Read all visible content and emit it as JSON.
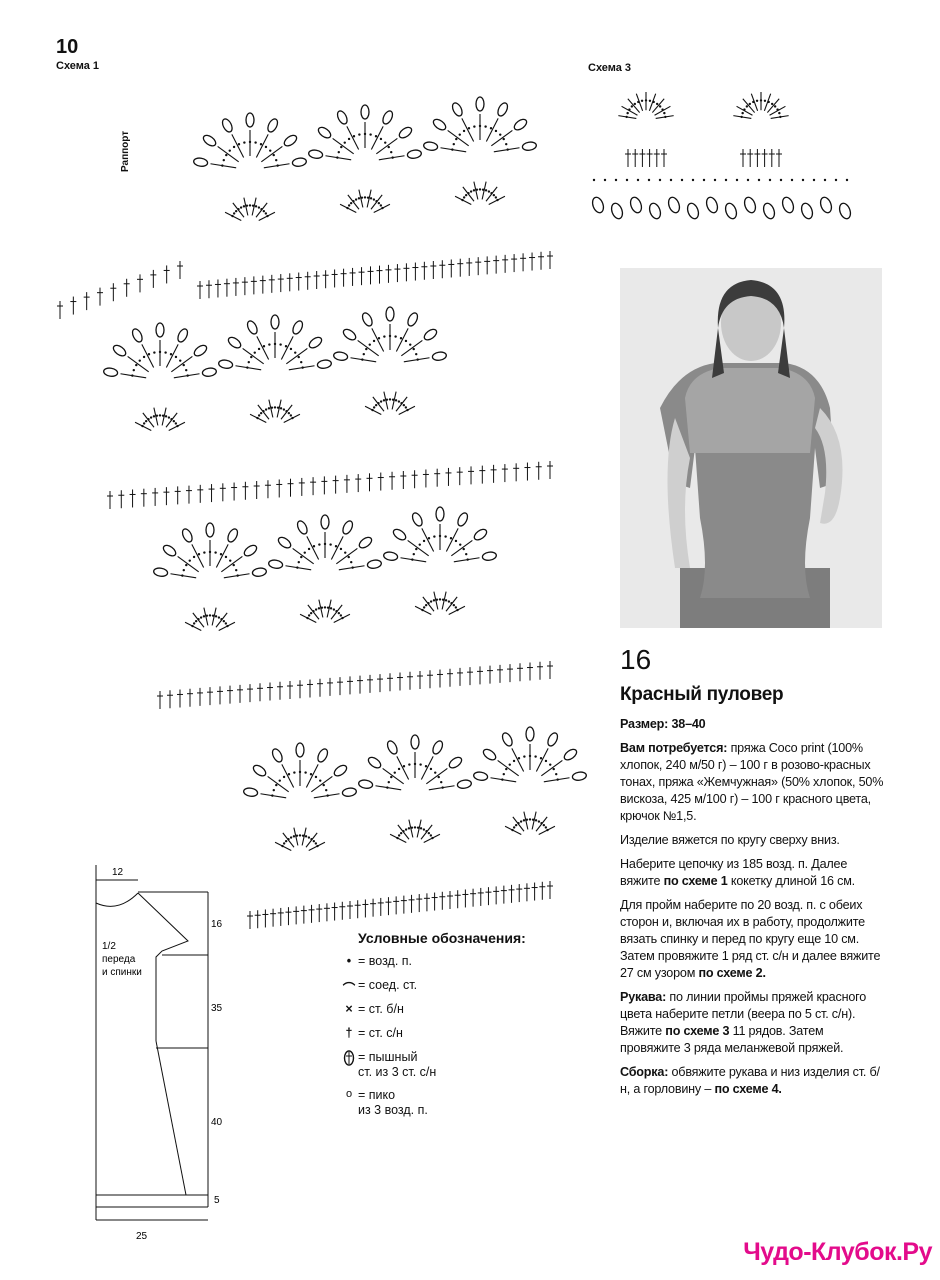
{
  "page_number": "10",
  "schemes": {
    "scheme1": "Схема 1",
    "scheme3": "Схема 3",
    "repeat": "Раппорт"
  },
  "article": {
    "number": "16",
    "title": "Красный пуловер",
    "size_label": "Размер:",
    "size_value": "38–40",
    "needs_label": "Вам потребуется:",
    "needs_text": "пряжа Coco print (100% хлопок, 240 м/50 г) – 100 г в розово-красных тонах, пряжа «Жемчужная» (50% хлопок, 50% вискоза, 425 м/100 г) – 100 г красного цвета, крючок №1,5.",
    "p1": "Изделие вяжется по кругу сверху вниз.",
    "p2a": "Наберите цепочку из 185 возд. п. Далее вяжите ",
    "p2b": "по схеме 1",
    "p2c": " кокетку длиной 16 см.",
    "p3a": "Для пройм наберите по 20 возд. п. с обеих сторон и, включая их в работу, продолжите вязать спинку и перед по кругу еще 10 см. Затем провяжите 1 ряд ст. с/н и далее вяжите 27 см узором ",
    "p3b": "по схеме 2.",
    "sleeves_label": "Рукава:",
    "sleeves_a": " по линии проймы пряжей красного цвета наберите петли (веера по 5 ст. с/н). Вяжите ",
    "sleeves_b": "по схеме 3",
    "sleeves_c": " 11 рядов. Затем провяжите 3 ряда меланжевой пряжей.",
    "assembly_label": "Сборка:",
    "assembly_a": " обвяжите рукава и низ изделия ст. б/н, а горловину – ",
    "assembly_b": "по схеме 4."
  },
  "legend": {
    "title": "Условные обозначения:",
    "items": [
      {
        "icon": "dot-icon",
        "label": "= возд. п."
      },
      {
        "icon": "arc-icon",
        "label": "= соед. ст."
      },
      {
        "icon": "cross-icon",
        "label": "= ст. б/н"
      },
      {
        "icon": "dagger-icon",
        "label": "= ст. с/н"
      },
      {
        "icon": "puff-icon",
        "label": "= пышный",
        "label2": "ст. из 3 ст. с/н"
      },
      {
        "icon": "picot-icon",
        "label": "= пико",
        "label2": "из 3 возд. п."
      }
    ]
  },
  "pattern": {
    "label1": "1/2",
    "label2": "переда",
    "label3": "и спинки",
    "dims": {
      "top": "12",
      "d1": "16",
      "d2": "35",
      "d3": "40",
      "d4": "5",
      "bottom": "25"
    }
  },
  "watermark": "Чудо-Клубок.Ру"
}
